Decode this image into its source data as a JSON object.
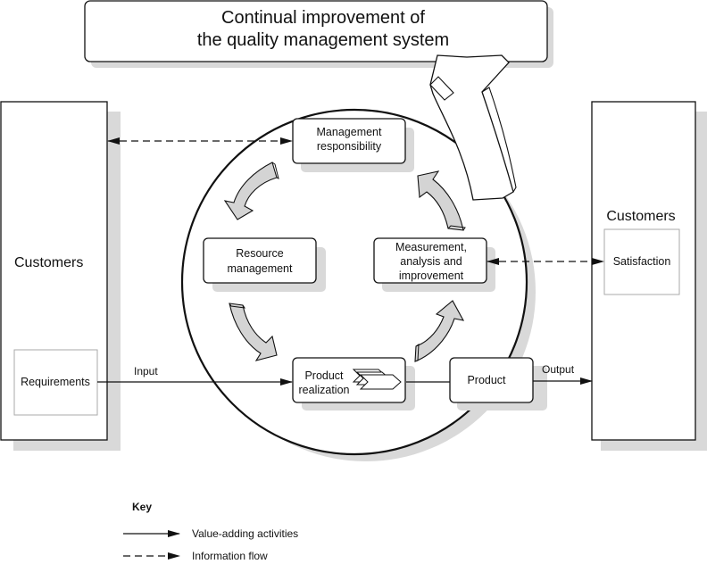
{
  "title": {
    "line1": "Continual improvement of",
    "line2": "the quality management system"
  },
  "customers_left": {
    "label": "Customers",
    "sub_box": "Requirements"
  },
  "customers_right": {
    "label": "Customers",
    "sub_box": "Satisfaction"
  },
  "processes": {
    "management": {
      "line1": "Management",
      "line2": "responsibility"
    },
    "resource": {
      "line1": "Resource",
      "line2": "management"
    },
    "measurement": {
      "line1": "Measurement,",
      "line2": "analysis and",
      "line3": "improvement"
    },
    "realization": {
      "line1": "Product",
      "line2": "realization"
    },
    "product": {
      "label": "Product"
    }
  },
  "flows": {
    "input": "Input",
    "output": "Output"
  },
  "key": {
    "title": "Key",
    "items": [
      {
        "style": "solid",
        "label": "Value-adding activities"
      },
      {
        "style": "dashed",
        "label": "Information flow"
      }
    ]
  },
  "colors": {
    "stroke": "#111111",
    "shadow": "#d9d9d9",
    "arrow_fill": "#d4d4d4",
    "sub_box_border": "#aaaaaa"
  }
}
